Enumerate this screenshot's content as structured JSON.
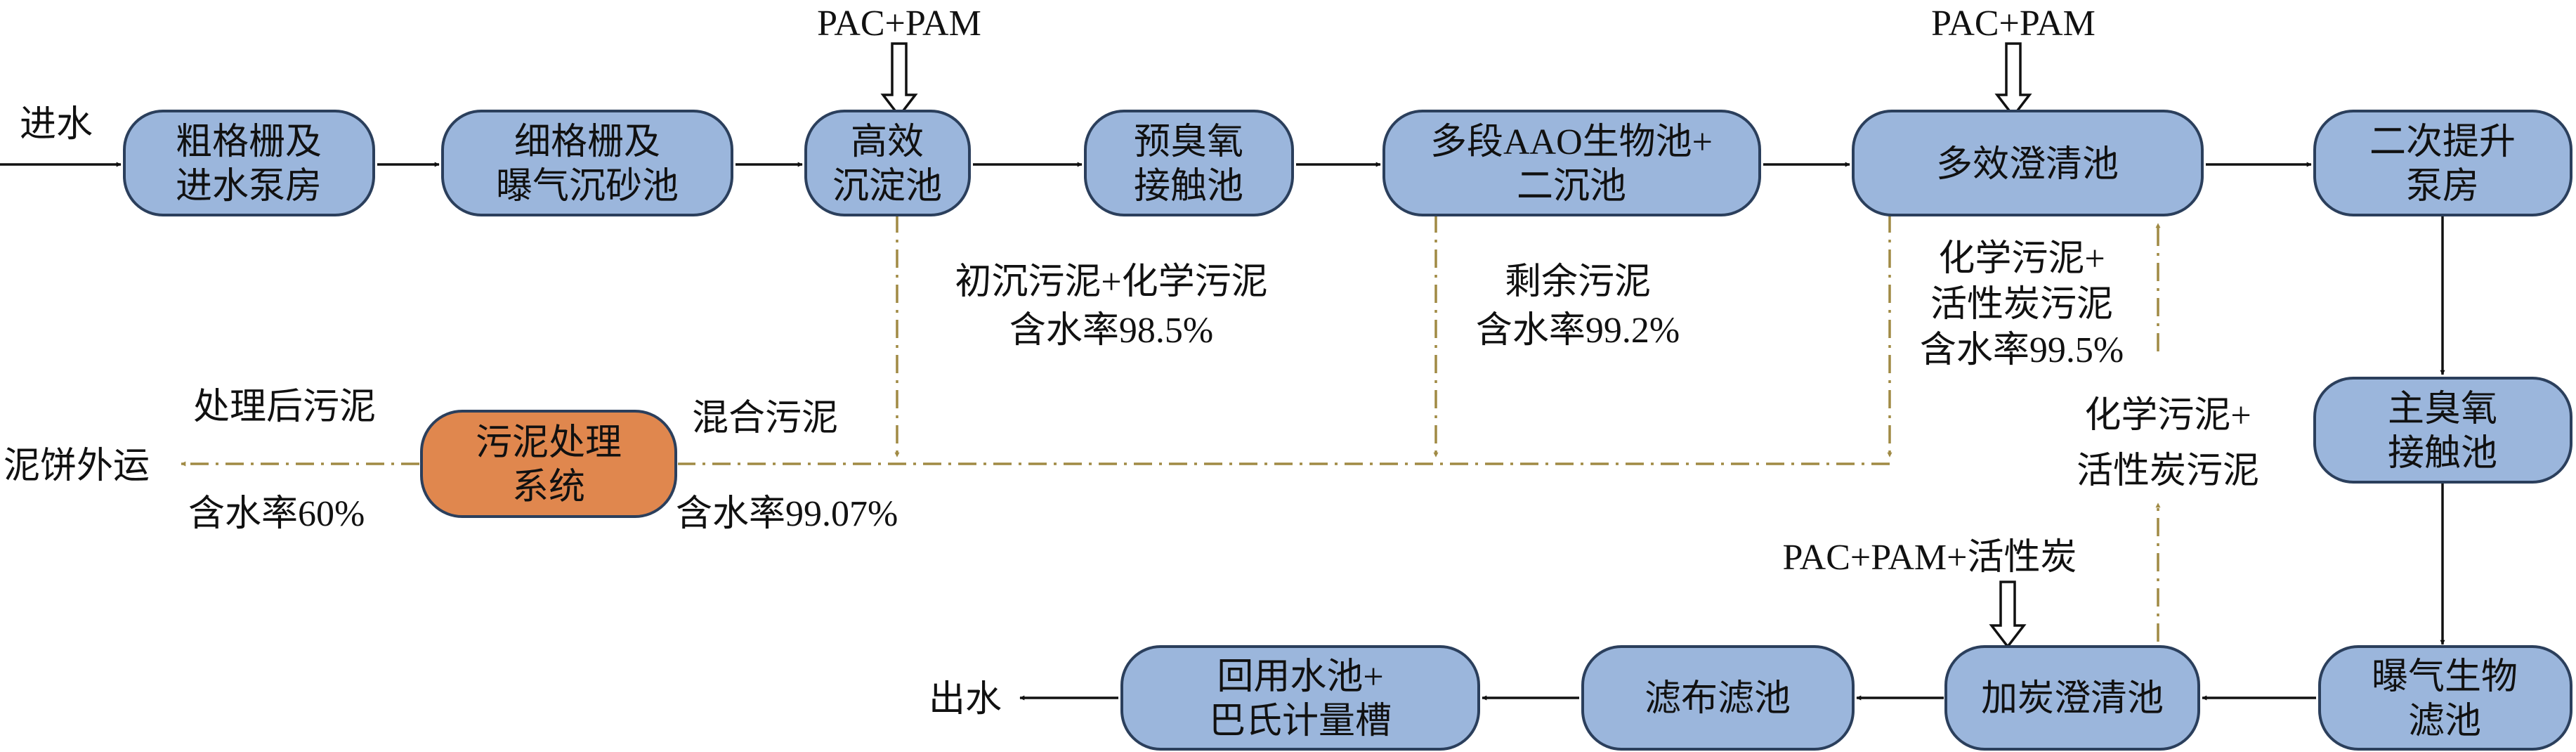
{
  "inputs": {
    "inflow": "进水",
    "outflow": "出水",
    "dosing_1": "PAC+PAM",
    "dosing_2": "PAC+PAM",
    "dosing_3": "PAC+PAM+活性炭"
  },
  "units": {
    "coarse_screen": [
      "粗格栅及",
      "进水泵房"
    ],
    "fine_screen": [
      "细格栅及",
      "曝气沉砂池"
    ],
    "hd_sedimentation": [
      "高效",
      "沉淀池"
    ],
    "pre_ozone": [
      "预臭氧",
      "接触池"
    ],
    "aao": [
      "多段AAO生物池+",
      "二沉池"
    ],
    "multi_clarifier": [
      "多效澄清池"
    ],
    "lift_pump": [
      "二次提升",
      "泵房"
    ],
    "main_ozone": [
      "主臭氧",
      "接触池"
    ],
    "baf": [
      "曝气生物",
      "滤池"
    ],
    "carbon_clarifier": [
      "加炭澄清池"
    ],
    "cloth_filter": [
      "滤布滤池"
    ],
    "reuse_tank": [
      "回用水池+",
      "巴氏计量槽"
    ],
    "sludge_treatment": [
      "污泥处理",
      "系统"
    ]
  },
  "sludge": {
    "primary": [
      "初沉污泥+化学污泥",
      "含水率98.5%"
    ],
    "excess": [
      "剩余污泥",
      "含水率99.2%"
    ],
    "chemical_upper": [
      "化学污泥+",
      "活性炭污泥",
      "含水率99.5%"
    ],
    "chemical_lower": [
      "化学污泥+",
      "活性炭污泥"
    ],
    "mixed": "混合污泥",
    "mixed_moisture": "含水率99.07%",
    "treated": "处理后污泥",
    "treated_moisture": "含水率60%",
    "cake": "泥饼外运"
  }
}
